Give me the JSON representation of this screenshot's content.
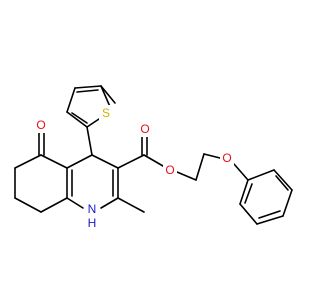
{
  "colors": {
    "bond": "#000000",
    "oxygen": "#e8101a",
    "sulfur": "#c8b400",
    "nitrogen": "#1a1ac8",
    "carbon": "#000000"
  },
  "atoms": {
    "sulfur": {
      "symbol": "S",
      "color_key": "sulfur"
    },
    "ketone_oxygen": {
      "symbol": "O",
      "color_key": "oxygen"
    },
    "carbonyl_oxygen": {
      "symbol": "O",
      "color_key": "oxygen"
    },
    "ester_oxygen": {
      "symbol": "O",
      "color_key": "oxygen"
    },
    "ether_oxygen": {
      "symbol": "O",
      "color_key": "oxygen"
    },
    "ring_nitrogen": {
      "symbol": "N",
      "color_key": "nitrogen"
    },
    "nh_hydrogen": {
      "symbol": "H",
      "color_key": "nitrogen"
    }
  }
}
